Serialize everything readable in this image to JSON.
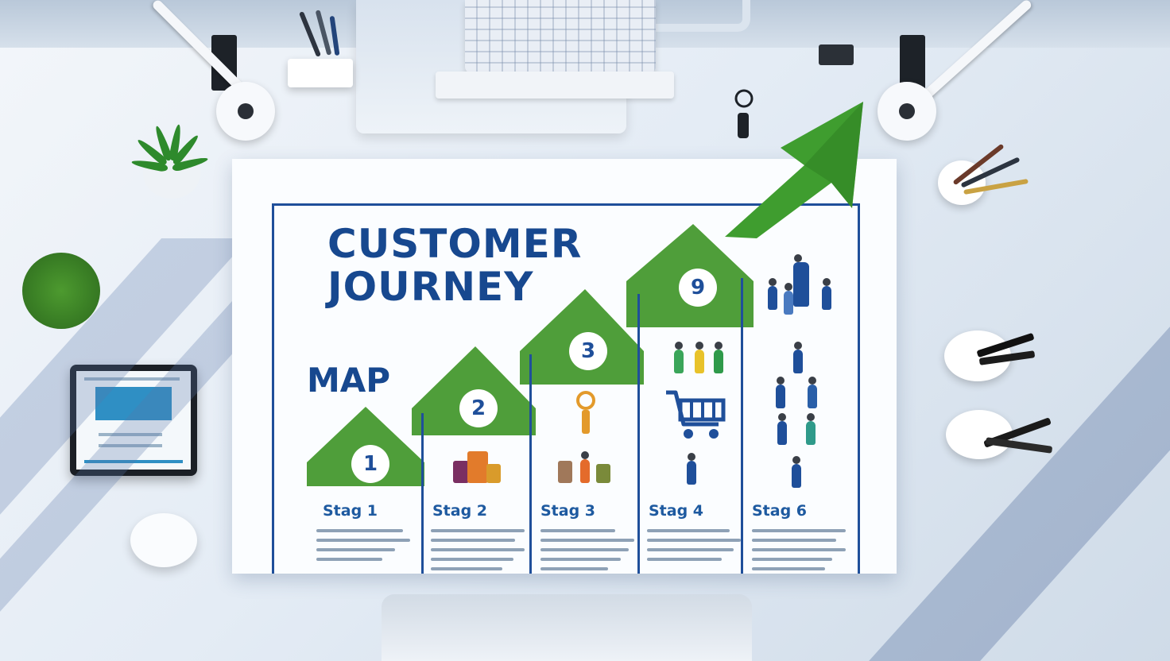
{
  "poster": {
    "title_line1": "CUSTOMER",
    "title_line2": "JOURNEY",
    "subtitle": "MAP",
    "steps": [
      {
        "number": "1",
        "stage": "Stag 1"
      },
      {
        "number": "2",
        "stage": "Stag 2"
      },
      {
        "number": "3",
        "stage": "Stag 3"
      },
      {
        "number": "9",
        "stage": "Stag 4"
      },
      {
        "number": "",
        "stage": "Stag 6"
      }
    ]
  },
  "colors": {
    "title_blue": "#17488f",
    "step_green": "#4f9e3a",
    "arrow_green": "#3f9d2f",
    "border_blue": "#1f4f9a"
  },
  "icons": [
    "cart-icon",
    "location-pin-icon",
    "people-figures",
    "growth-arrow-icon"
  ]
}
